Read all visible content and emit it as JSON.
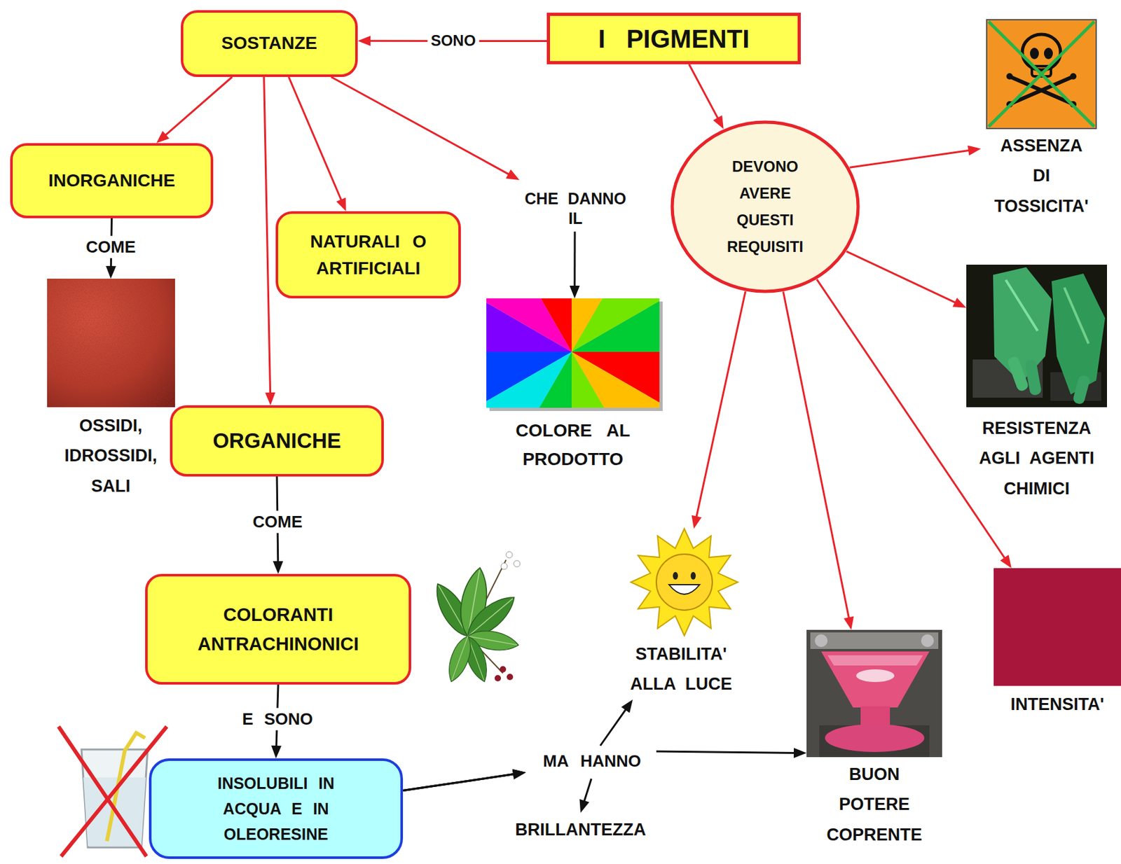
{
  "diagram": {
    "nodes": [
      {
        "text": [
          "I PIGMENTI"
        ]
      },
      {
        "text": [
          "SOSTANZE"
        ]
      },
      {
        "text": [
          "INORGANICHE"
        ]
      },
      {
        "text": [
          "NATURALI O ARTIFICIALI"
        ]
      },
      {
        "text": [
          "COLORE AL PRODOTTO"
        ]
      },
      {
        "text": [
          "OSSIDI, IDROSSIDI, SALI"
        ]
      },
      {
        "text": [
          "ORGANICHE"
        ]
      },
      {
        "text": [
          "COLORANTI ANTRACHINONICI"
        ]
      },
      {
        "text": [
          "INSOLUBILI IN ACQUA E IN OLEORESINE"
        ]
      },
      {
        "text": [
          "BRILLANTEZZA"
        ]
      },
      {
        "text": [
          "DEVONO AVERE QUESTI REQUISITI"
        ]
      },
      {
        "text": [
          "ASSENZA DI TOSSICITA'"
        ]
      },
      {
        "text": [
          "RESISTENZA AGLI AGENTI CHIMICI"
        ]
      },
      {
        "text": [
          "STABILITA' ALLA LUCE"
        ]
      },
      {
        "text": [
          "BUON POTERE COPRENTE"
        ]
      },
      {
        "text": [
          "INTENSITA'"
        ]
      }
    ],
    "edges": [
      {
        "from": 0,
        "to": 1,
        "label": "SONO",
        "arrow": "to"
      },
      {
        "from": 1,
        "to": 2,
        "arrow": "to"
      },
      {
        "from": 1,
        "to": 6,
        "arrow": "to"
      },
      {
        "from": 1,
        "to": 3,
        "arrow": "to"
      },
      {
        "from": 1,
        "to": 4,
        "label": "CHE DANNO IL",
        "arrow": "to"
      },
      {
        "from": 2,
        "to": 5,
        "label": "COME",
        "arrow": "to"
      },
      {
        "from": 6,
        "to": 7,
        "label": "COME",
        "arrow": "to"
      },
      {
        "from": 7,
        "to": 8,
        "label": "E SONO",
        "arrow": "to"
      },
      {
        "from": 8,
        "to": 13,
        "label": "MA HANNO",
        "arrow": "to"
      },
      {
        "from": 8,
        "to": 14,
        "arrow": "to"
      },
      {
        "from": 8,
        "to": 9,
        "arrow": "to"
      },
      {
        "from": 10,
        "to": 11,
        "arrow": "to"
      },
      {
        "from": 10,
        "to": 12,
        "arrow": "to"
      },
      {
        "from": 10,
        "to": 13,
        "arrow": "to"
      },
      {
        "from": 10,
        "to": 14,
        "arrow": "to"
      },
      {
        "from": 10,
        "to": 15,
        "arrow": "to"
      },
      {
        "from": 0,
        "to": 10,
        "arrow": "to"
      }
    ]
  }
}
